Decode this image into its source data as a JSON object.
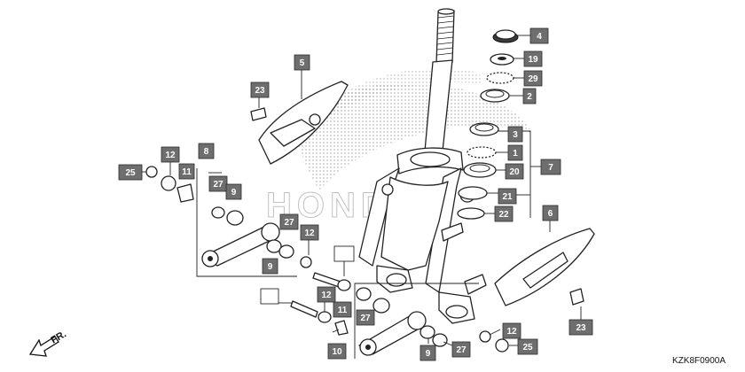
{
  "diagram": {
    "code": "KZK8F0900A",
    "watermark": "HONDA",
    "direction_label": "FR.",
    "callouts": [
      {
        "id": "c4",
        "text": "4"
      },
      {
        "id": "c19",
        "text": "19"
      },
      {
        "id": "c29",
        "text": "29"
      },
      {
        "id": "c2",
        "text": "2"
      },
      {
        "id": "c5",
        "text": "5"
      },
      {
        "id": "c23a",
        "text": "23"
      },
      {
        "id": "c3",
        "text": "3"
      },
      {
        "id": "c1",
        "text": "1"
      },
      {
        "id": "c20",
        "text": "20"
      },
      {
        "id": "c7",
        "text": "7"
      },
      {
        "id": "c21",
        "text": "21"
      },
      {
        "id": "c22",
        "text": "22"
      },
      {
        "id": "c6",
        "text": "6"
      },
      {
        "id": "c8",
        "text": "8"
      },
      {
        "id": "c12a",
        "text": "12"
      },
      {
        "id": "c11a",
        "text": "11"
      },
      {
        "id": "c25a",
        "text": "25"
      },
      {
        "id": "c27a",
        "text": "27"
      },
      {
        "id": "c9a",
        "text": "9"
      },
      {
        "id": "c27b",
        "text": "27"
      },
      {
        "id": "c12b",
        "text": "12"
      },
      {
        "id": "c9b",
        "text": "9"
      },
      {
        "id": "c12c",
        "text": "12"
      },
      {
        "id": "c11b",
        "text": "11"
      },
      {
        "id": "c27c",
        "text": "27"
      },
      {
        "id": "c10",
        "text": "10"
      },
      {
        "id": "c9c",
        "text": "9"
      },
      {
        "id": "c27d",
        "text": "27"
      },
      {
        "id": "c12d",
        "text": "12"
      },
      {
        "id": "c25b",
        "text": "25"
      },
      {
        "id": "c23b",
        "text": "23"
      },
      {
        "id": "e1",
        "text": ""
      },
      {
        "id": "e2",
        "text": ""
      }
    ]
  }
}
